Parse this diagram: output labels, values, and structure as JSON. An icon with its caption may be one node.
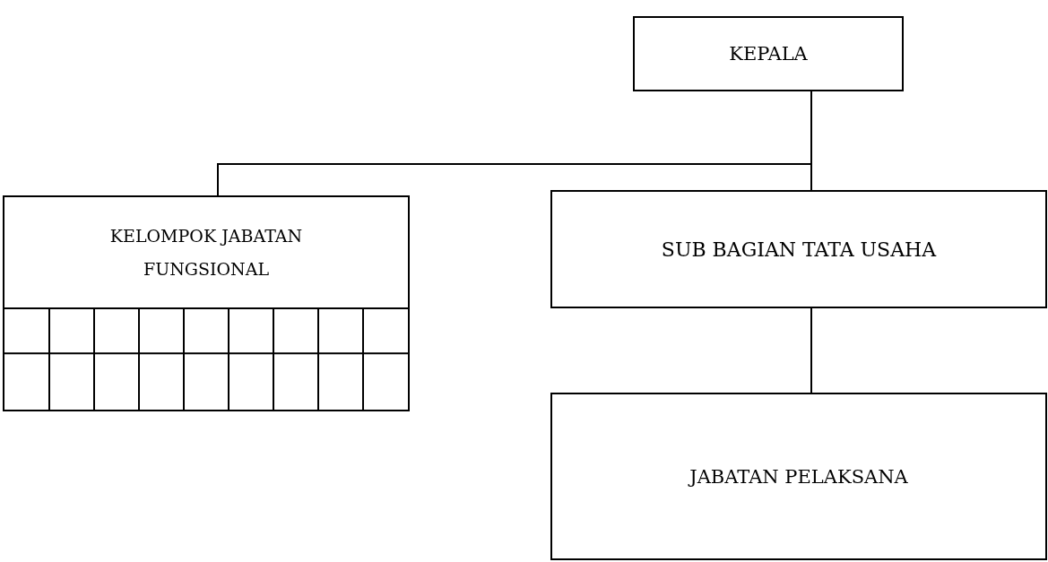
{
  "diagram": {
    "nodes": [
      {
        "text": [
          "KEPALA"
        ]
      },
      {
        "text": [
          "KELOMPOK JABATAN FUNGSIONAL"
        ]
      },
      {
        "text": [
          "SUB BAGIAN TATA USAHA"
        ]
      },
      {
        "text": [
          "JABATAN PELAKSANA"
        ]
      }
    ],
    "edges": [
      {
        "from": 0,
        "to": 1,
        "arrow": "none"
      },
      {
        "from": 0,
        "to": 2,
        "arrow": "none"
      },
      {
        "from": 2,
        "to": 3,
        "arrow": "none"
      }
    ]
  }
}
